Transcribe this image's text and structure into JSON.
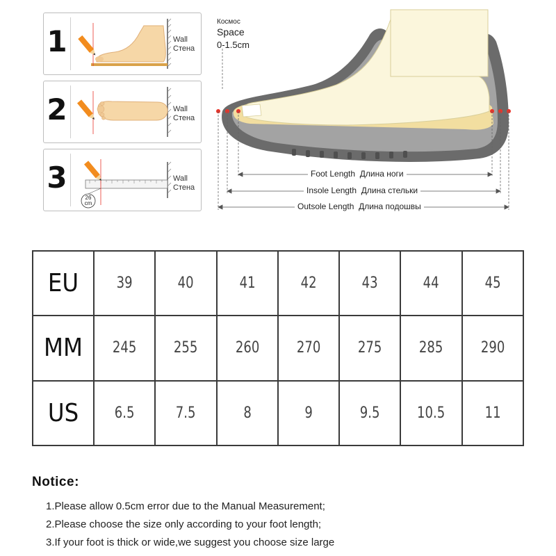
{
  "steps": [
    {
      "number": "1",
      "wall_en": "Wall",
      "wall_ru": "Стена"
    },
    {
      "number": "2",
      "wall_en": "Wall",
      "wall_ru": "Стена"
    },
    {
      "number": "3",
      "wall_en": "Wall",
      "wall_ru": "Стена",
      "ruler_value": "26",
      "ruler_unit": "cm"
    }
  ],
  "shoe_diagram": {
    "space_ru": "Космос",
    "space_en": "Space",
    "space_value": "0-1.5cm",
    "measurements": [
      {
        "en": "Foot Length",
        "ru": "Длина ноги"
      },
      {
        "en": "Insole Length",
        "ru": "Длина стельки"
      },
      {
        "en": "Outsole Length",
        "ru": "Длина подошвы"
      }
    ]
  },
  "size_table": {
    "rows": [
      {
        "label": "EU",
        "values": [
          "39",
          "40",
          "41",
          "42",
          "43",
          "44",
          "45"
        ]
      },
      {
        "label": "MM",
        "values": [
          "245",
          "255",
          "260",
          "270",
          "275",
          "285",
          "290"
        ]
      },
      {
        "label": "US",
        "values": [
          "6.5",
          "7.5",
          "8",
          "9",
          "9.5",
          "10.5",
          "11"
        ]
      }
    ]
  },
  "notice": {
    "title": "Notice:",
    "items": [
      "1.Please allow 0.5cm error due to the Manual Measurement;",
      "2.Please choose the size only according to your foot length;",
      "3.If your foot is thick or wide,we suggest  you  choose size large"
    ]
  },
  "colors": {
    "foot": "#f6d7a7",
    "foot_shade": "#e8b98a",
    "shoe_outer": "#6b6b6b",
    "shoe_inner": "#a3a3a3",
    "insole": "#f2dea0",
    "lining": "#fbf6dc",
    "marker_red": "#e8342a",
    "pencil": "#f28c1e"
  }
}
